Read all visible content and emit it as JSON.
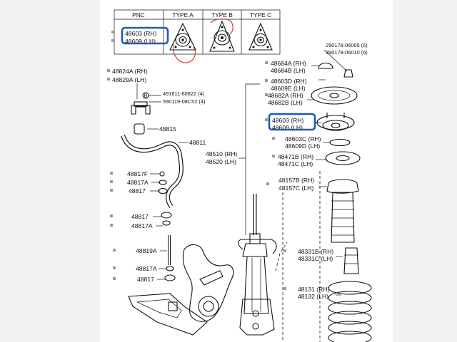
{
  "colors": {
    "highlight": "#1a5bb5",
    "annotation": "#d9383a",
    "sheet": "#ffffff",
    "margin": "#f2f2f2"
  },
  "table": {
    "headers": [
      "PNC",
      "TYPE A",
      "TYPE B",
      "TYPE C"
    ],
    "pnc_rh": "48603 (RH)",
    "pnc_lh": "48609 (LH)"
  },
  "labels": {
    "l48824A": "48824A (RH)",
    "l48829A": "48829A (LH)",
    "l491611": "491611-60822 (4)",
    "l590119": "590119-08C52 (4)",
    "l48815": "48815",
    "l48811": "48811",
    "l48510": "48510 (RH)",
    "l48520": "48520 (LH)",
    "l48817F": "48817F",
    "l48817A_1": "48817A",
    "l48817_1": "48817",
    "l48817_2": "48817",
    "l48817A_2": "48817A",
    "l48819A": "48819A",
    "l48817A_3": "48817A",
    "l48817_3": "48817",
    "l290178": "290178-06005 (6)",
    "l390178": "390178-06010 (6)",
    "l48684A": "48684A (RH)",
    "l48684B": "48684B (LH)",
    "l48603D": "48603D (RH)",
    "l48609E": "48609E (LH)",
    "l48682A": "48682A (RH)",
    "l48682B": "48682B (LH)",
    "l48603_rh": "48603 (RH)",
    "l48609_lh": "48609 (LH)",
    "l48603C": "48603C (RH)",
    "l48609D": "48609D (LH)",
    "l48471B": "48471B (RH)",
    "l48471C": "48471C (LH)",
    "l48157B": "48157B (RH)",
    "l48157C": "48157C (LH)",
    "l48331B": "48331B (RH)",
    "l48331C": "48331C (LH)",
    "l48131": "48131 (RH)",
    "l48132": "48132 (LH)"
  }
}
